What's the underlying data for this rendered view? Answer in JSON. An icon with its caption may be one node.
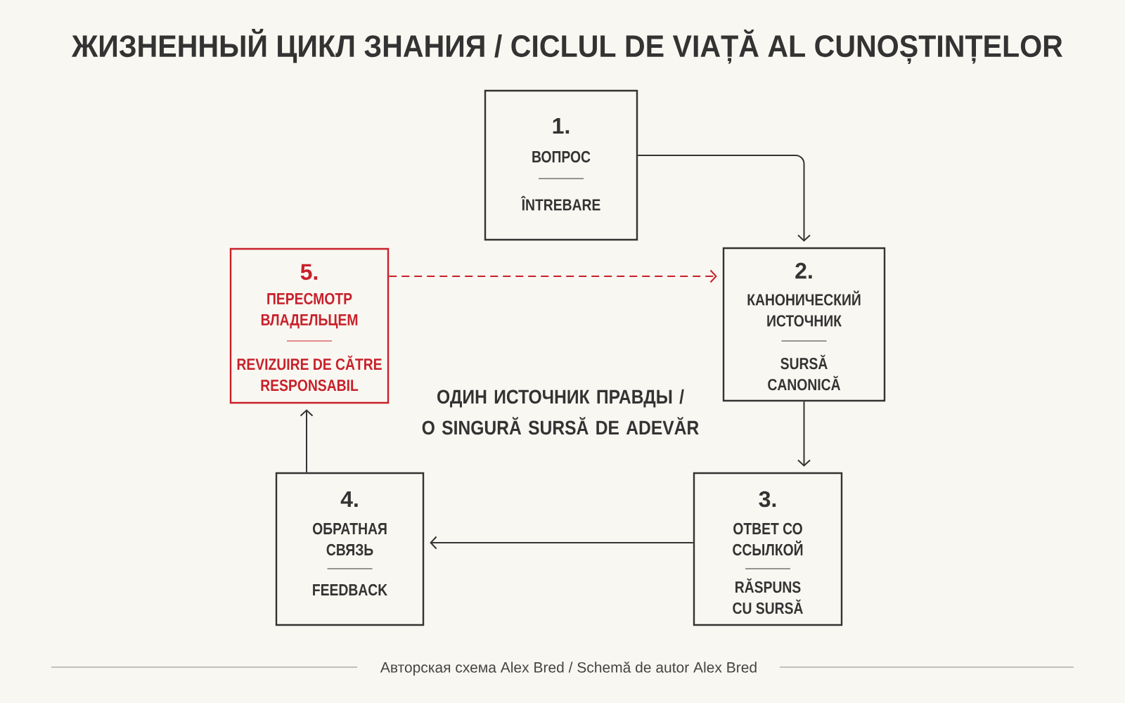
{
  "diagram": {
    "title": "ЖИЗНЕННЫЙ ЦИКЛ ЗНАНИЯ / CICLUL DE VIAȚĂ AL CUNOȘTINȚELOR",
    "caption": "Авторская схема Alex Bred / Schemă de autor Alex Bred",
    "nodes": [
      {
        "text": [
          "1.",
          "ВОПРОС",
          "ÎNTREBARE"
        ]
      },
      {
        "text": [
          "2.",
          "КАНОНИЧЕСКИЙ ИСТОЧНИК",
          "SURSĂ CANONICĂ"
        ]
      },
      {
        "text": [
          "3.",
          "ОТВЕТ СО ССЫЛКОЙ",
          "RĂSPUNS CU SURSĂ"
        ]
      },
      {
        "text": [
          "4.",
          "ОБРАТНАЯ СВЯЗЬ",
          "FEEDBACK"
        ]
      },
      {
        "text": [
          "5.",
          "ПЕРЕСМОТР ВЛАДЕЛЬЦЕМ",
          "REVIZUIRE DE CĂTRE RESPONSABIL"
        ]
      }
    ],
    "edges": [
      {
        "from": 0,
        "to": 1,
        "arrow": "to"
      },
      {
        "from": 1,
        "to": 2,
        "arrow": "to"
      },
      {
        "from": 2,
        "to": 3,
        "arrow": "to"
      },
      {
        "from": 3,
        "to": 4,
        "arrow": "to"
      },
      {
        "from": 4,
        "to": 1,
        "arrow": "to",
        "style": "dashed",
        "color": "#c8202a"
      }
    ],
    "labels": [
      "ОДИН ИСТОЧНИК ПРАВДЫ / O SINGURĂ SURSĂ DE ADEVĂR"
    ]
  }
}
